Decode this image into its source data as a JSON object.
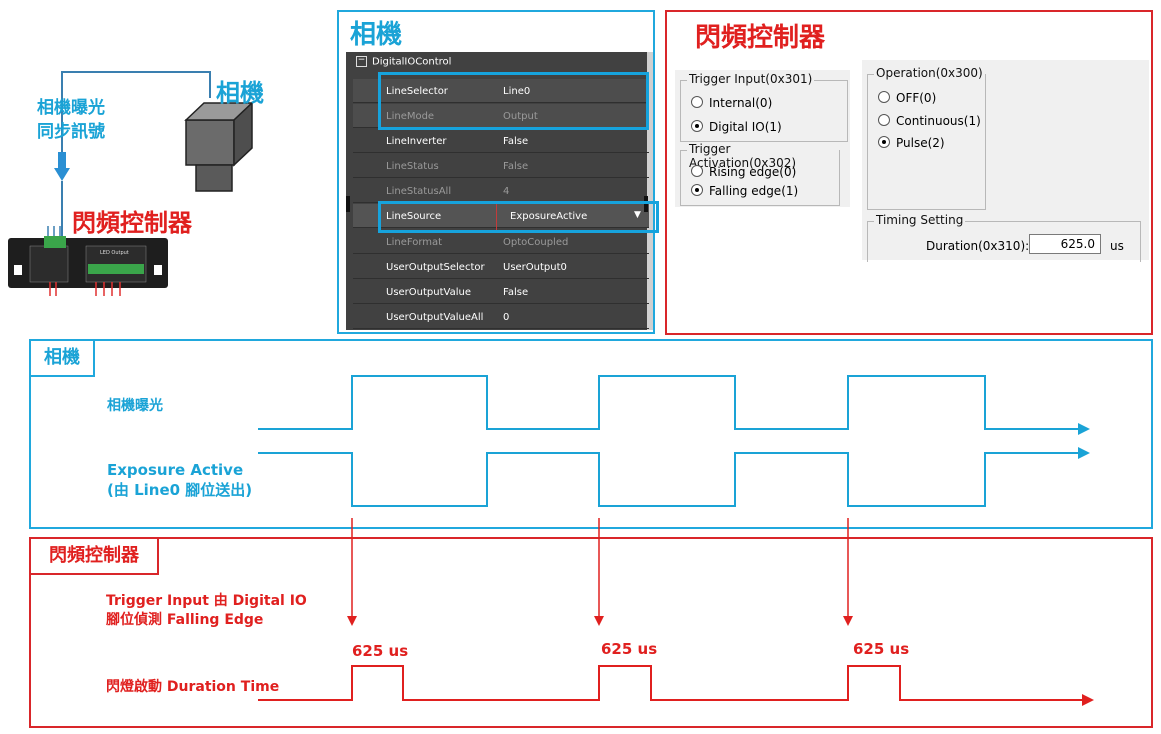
{
  "left_illustration": {
    "camera_label": "相機",
    "signal_label_line1": "相機曝光",
    "signal_label_line2": "同步訊號",
    "controller_label": "閃頻控制器",
    "device_text": "LED Output"
  },
  "camera_panel": {
    "title": "相機",
    "category": "DigitalIOControl",
    "rows": [
      {
        "key": "LineSelector",
        "value": "Line0"
      },
      {
        "key": "LineMode",
        "value": "Output"
      },
      {
        "key": "LineInverter",
        "value": "False"
      },
      {
        "key": "LineStatus",
        "value": "False"
      },
      {
        "key": "LineStatusAll",
        "value": "4"
      },
      {
        "key": "LineSource",
        "value": "ExposureActive"
      },
      {
        "key": "LineFormat",
        "value": "OptoCoupled"
      },
      {
        "key": "UserOutputSelector",
        "value": "UserOutput0"
      },
      {
        "key": "UserOutputValue",
        "value": "False"
      },
      {
        "key": "UserOutputValueAll",
        "value": "0"
      }
    ]
  },
  "strobe_panel": {
    "title": "閃頻控制器",
    "trigger_input": {
      "legend": "Trigger Input(0x301)",
      "options": [
        "Internal(0)",
        "Digital IO(1)"
      ],
      "selected": "Digital IO(1)"
    },
    "trigger_activation": {
      "legend": "Trigger Activation(0x302)",
      "options": [
        "Rising edge(0)",
        "Falling edge(1)"
      ],
      "selected": "Falling edge(1)"
    },
    "operation": {
      "legend": "Operation(0x300)",
      "options": [
        "OFF(0)",
        "Continuous(1)",
        "Pulse(2)"
      ],
      "selected": "Pulse(2)"
    },
    "timing_setting": {
      "legend": "Timing Setting",
      "duration_label": "Duration(0x310):",
      "duration_value": "625.0",
      "duration_unit": "us"
    }
  },
  "camera_timing": {
    "tab": "相機",
    "signal1": "相機曝光",
    "signal2_line1": "Exposure Active",
    "signal2_line2": "(由 Line0 腳位送出)"
  },
  "strobe_timing": {
    "tab": "閃頻控制器",
    "trigger_line1": "Trigger Input 由 Digital IO",
    "trigger_line2": "腳位偵測 Falling Edge",
    "pulse_label": "閃燈啟動 Duration Time",
    "pulse_widths": [
      "625 us",
      "625 us",
      "625 us"
    ]
  },
  "colors": {
    "cyan": "#1aa3d6",
    "red": "#e0201f"
  }
}
